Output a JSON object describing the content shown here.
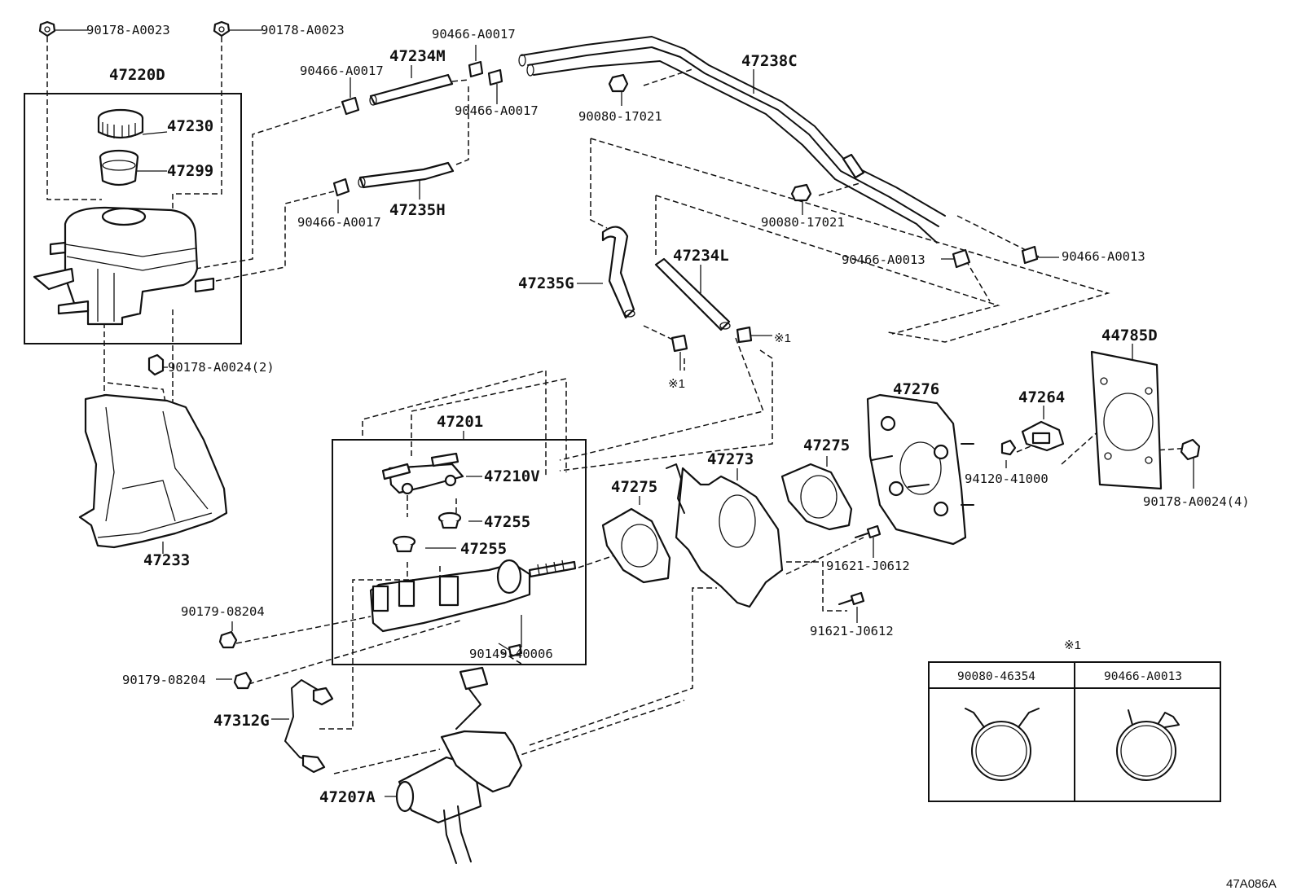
{
  "labels": {
    "p90178_a0023_a": "90178-A0023",
    "p90178_a0023_b": "90178-A0023",
    "p47220d": "47220D",
    "p47230": "47230",
    "p47299": "47299",
    "p47234m": "47234M",
    "p90466_a0017_top": "90466-A0017",
    "p90466_a0017_l1": "90466-A0017",
    "p90466_a0017_r": "90466-A0017",
    "p90466_a0017_l2": "90466-A0017",
    "p47235h": "47235H",
    "p47238c": "47238C",
    "p90080_17021_a": "90080-17021",
    "p90080_17021_b": "90080-17021",
    "p90466_a0013_a": "90466-A0013",
    "p90466_a0013_b": "90466-A0013",
    "p47235g": "47235G",
    "p47234l": "47234L",
    "ref_mark_1": "※1",
    "ref_mark_2": "※1",
    "p90178_a0024_2": "90178-A0024(2)",
    "p47233": "47233",
    "p47201": "47201",
    "p47210v": "47210V",
    "p47255_a": "47255",
    "p47255_b": "47255",
    "p90179_08204_a": "90179-08204",
    "p90179_08204_b": "90179-08204",
    "p90149_40006": "90149-40006",
    "p47275_a": "47275",
    "p47273": "47273",
    "p47275_b": "47275",
    "p47276": "47276",
    "p47264": "47264",
    "p44785d": "44785D",
    "p94120_41000": "94120-41000",
    "p90178_a0024_4": "90178-A0024(4)",
    "p91621_j0612_a": "91621-J0612",
    "p91621_j0612_b": "91621-J0612",
    "p47312g": "47312G",
    "p47207a": "47207A",
    "figure_code": "47A086A"
  },
  "clamp_table": {
    "mark": "※1",
    "columns": [
      "90080-46354",
      "90466-A0013"
    ]
  }
}
